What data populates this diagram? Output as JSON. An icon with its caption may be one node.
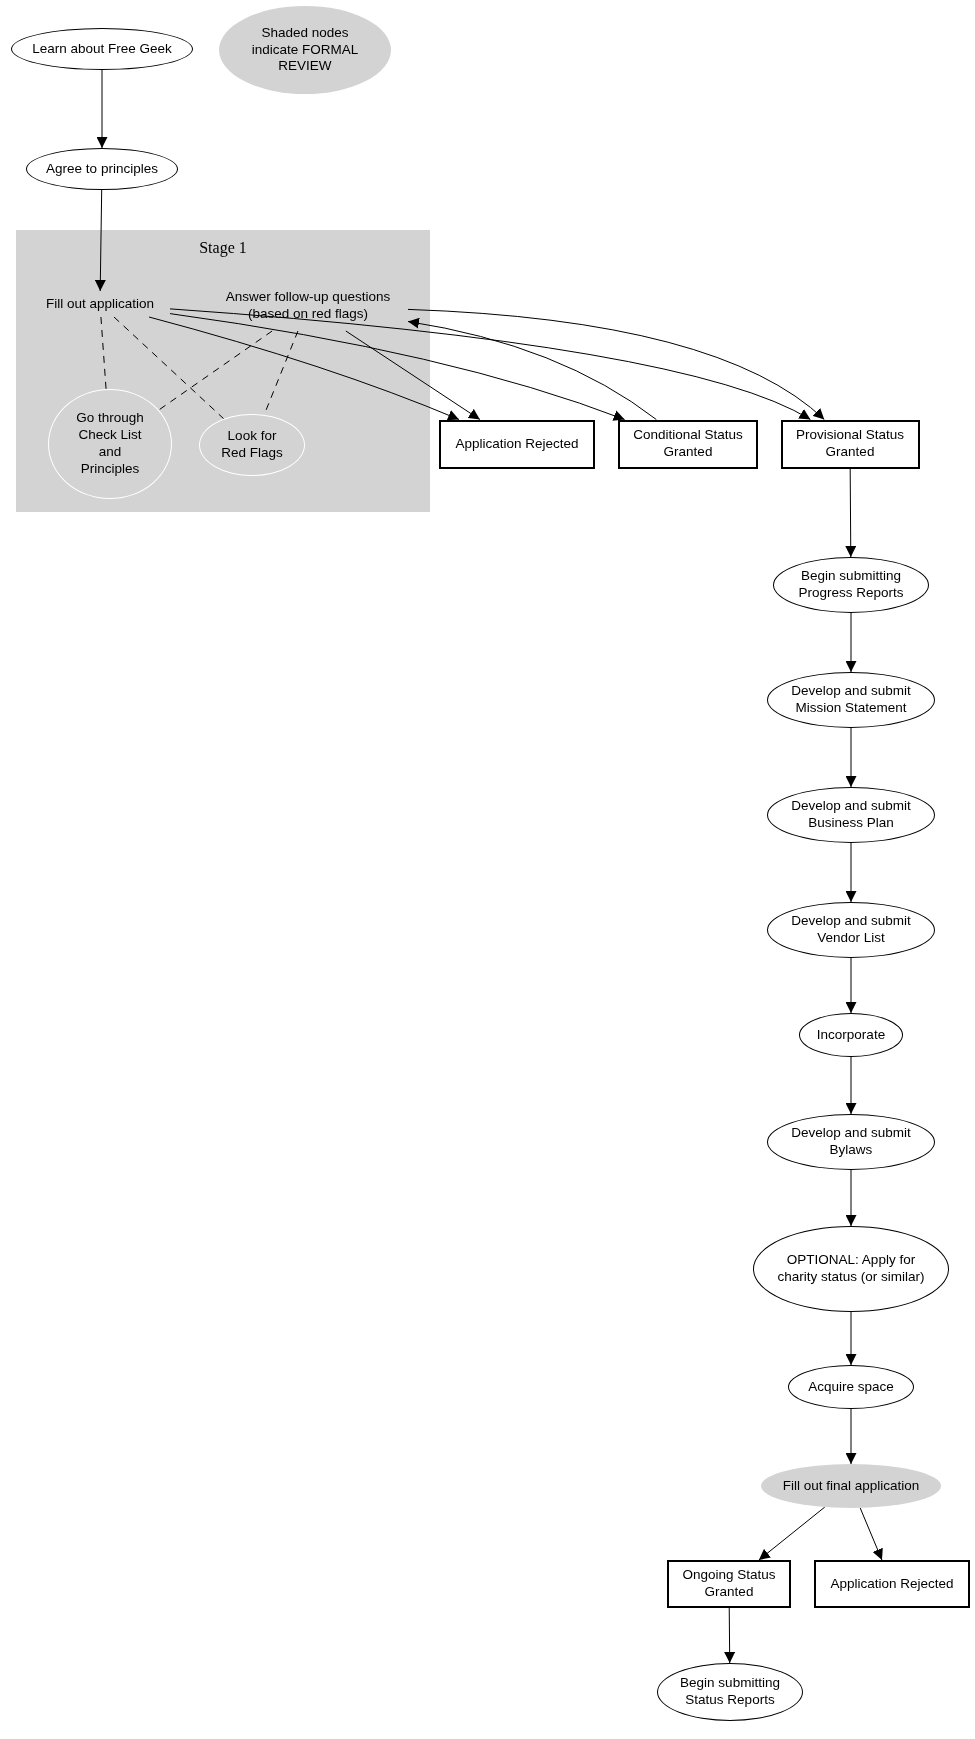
{
  "diagram": {
    "nodes": [
      {
        "text": [
          "Learn about Free Geek"
        ]
      },
      {
        "text": [
          "Shaded nodes indicate FORMAL REVIEW"
        ]
      },
      {
        "text": [
          "Agree to principles"
        ]
      },
      {
        "text": [
          "Stage 1"
        ]
      },
      {
        "text": [
          "Fill out application"
        ],
        "in": 3
      },
      {
        "text": [
          "Answer follow-up questions (based on red flags)"
        ],
        "in": 3
      },
      {
        "text": [
          "Go through Check List and Principles"
        ],
        "in": 3
      },
      {
        "text": [
          "Look for Red Flags"
        ],
        "in": 3
      },
      {
        "text": [
          "Application Rejected"
        ]
      },
      {
        "text": [
          "Conditional Status Granted"
        ]
      },
      {
        "text": [
          "Provisional Status Granted"
        ]
      },
      {
        "text": [
          "Begin submitting Progress Reports"
        ]
      },
      {
        "text": [
          "Develop and submit Mission Statement"
        ]
      },
      {
        "text": [
          "Develop and submit Business Plan"
        ]
      },
      {
        "text": [
          "Develop and submit Vendor List"
        ]
      },
      {
        "text": [
          "Incorporate"
        ]
      },
      {
        "text": [
          "Develop and submit Bylaws"
        ]
      },
      {
        "text": [
          "OPTIONAL: Apply for charity status (or similar)"
        ]
      },
      {
        "text": [
          "Acquire space"
        ]
      },
      {
        "text": [
          "Fill out final application"
        ]
      },
      {
        "text": [
          "Ongoing Status Granted"
        ]
      },
      {
        "text": [
          "Application Rejected"
        ]
      },
      {
        "text": [
          "Begin submitting Status Reports"
        ]
      }
    ],
    "edges": [
      {
        "from": 0,
        "to": 2,
        "arrow": "to"
      },
      {
        "from": 2,
        "to": 4,
        "arrow": "to"
      },
      {
        "from": 4,
        "to": 6,
        "arrow": "none",
        "style": "dashed"
      },
      {
        "from": 4,
        "to": 7,
        "arrow": "none",
        "style": "dashed"
      },
      {
        "from": 5,
        "to": 6,
        "arrow": "none",
        "style": "dashed"
      },
      {
        "from": 5,
        "to": 7,
        "arrow": "none",
        "style": "dashed"
      },
      {
        "from": 4,
        "to": 8,
        "arrow": "to"
      },
      {
        "from": 4,
        "to": 9,
        "arrow": "to"
      },
      {
        "from": 4,
        "to": 10,
        "arrow": "to"
      },
      {
        "from": 5,
        "to": 8,
        "arrow": "to"
      },
      {
        "from": 9,
        "to": 5,
        "arrow": "to"
      },
      {
        "from": 5,
        "to": 10,
        "arrow": "to"
      },
      {
        "from": 10,
        "to": 11,
        "arrow": "to"
      },
      {
        "from": 11,
        "to": 12,
        "arrow": "to"
      },
      {
        "from": 12,
        "to": 13,
        "arrow": "to"
      },
      {
        "from": 13,
        "to": 14,
        "arrow": "to"
      },
      {
        "from": 14,
        "to": 15,
        "arrow": "to"
      },
      {
        "from": 15,
        "to": 16,
        "arrow": "to"
      },
      {
        "from": 16,
        "to": 17,
        "arrow": "to"
      },
      {
        "from": 17,
        "to": 18,
        "arrow": "to"
      },
      {
        "from": 18,
        "to": 19,
        "arrow": "to"
      },
      {
        "from": 19,
        "to": 20,
        "arrow": "to"
      },
      {
        "from": 19,
        "to": 21,
        "arrow": "to"
      },
      {
        "from": 20,
        "to": 22,
        "arrow": "to"
      }
    ]
  }
}
